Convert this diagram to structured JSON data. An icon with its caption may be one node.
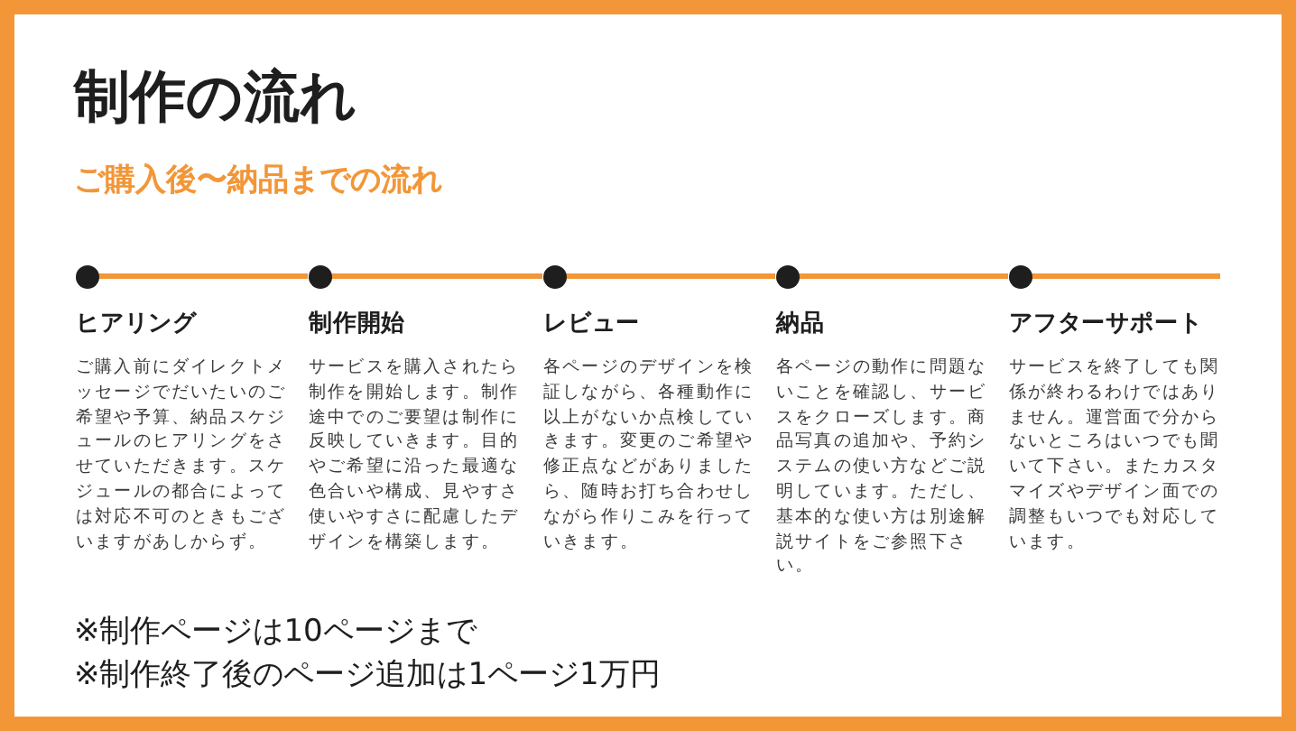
{
  "diagram": {
    "title": "制作の流れ",
    "nodes": [
      {
        "text": [],
        "shape": "circle",
        "beside": [
          "ヒアリング",
          "ご購入前にダイレクトメッセージでだいたいのご希望や予算、納品スケジュールのヒアリングをさせていただきます。スケジュールの都合によっては対応不可のときもございますがあしからず。"
        ]
      },
      {
        "text": [],
        "shape": "circle",
        "beside": [
          "制作開始",
          "サービスを購入されたら制作を開始します。制作途中でのご要望は制作に反映していきます。目的やご希望に沿った最適な色合いや構成、見やすさ使いやすさに配慮したデザインを構築します。"
        ]
      },
      {
        "text": [],
        "shape": "circle",
        "beside": [
          "レビュー",
          "各ページのデザインを検証しながら、各種動作に以上がないか点検していきます。変更のご希望や修正点などがありましたら、随時お打ち合わせしながら作りこみを行っていきます。"
        ]
      },
      {
        "text": [],
        "shape": "circle",
        "beside": [
          "納品",
          "各ページの動作に問題ないことを確認し、サービスをクローズします。商品写真の追加や、予約システムの使い方などご説明しています。ただし、基本的な使い方は別途解説サイトをご参照下さい。"
        ]
      },
      {
        "text": [],
        "shape": "circle",
        "beside": [
          "アフターサポート",
          "サービスを終了しても関係が終わるわけではありません。運営面で分からないところはいつでも聞いて下さい。またカスタマイズやデザイン面での調整もいつでも対応しています。"
        ]
      }
    ],
    "edges": [
      {
        "from": 0,
        "to": 1,
        "arrow": "none"
      },
      {
        "from": 1,
        "to": 2,
        "arrow": "none"
      },
      {
        "from": 2,
        "to": 3,
        "arrow": "none"
      },
      {
        "from": 3,
        "to": 4,
        "arrow": "none"
      },
      {
        "from": 4,
        "to": null,
        "arrow": "none"
      }
    ],
    "labels": [
      "ご購入後〜納品までの流れ",
      "※制作ページは10ページまで",
      "※制作終了後のページ追加は1ページ1万円"
    ]
  }
}
